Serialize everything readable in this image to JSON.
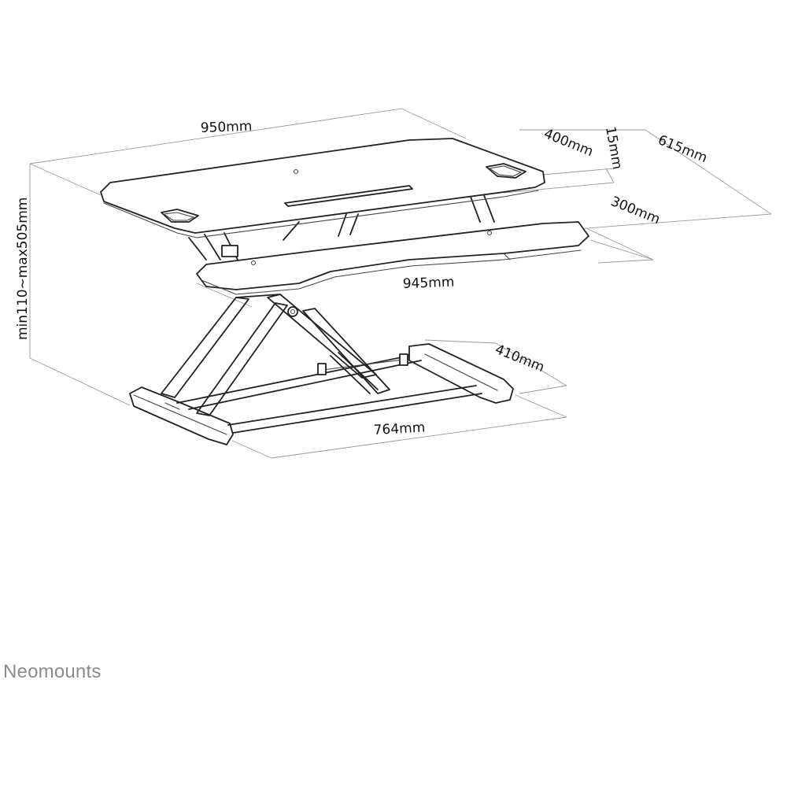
{
  "brand": {
    "name": "Neomounts"
  },
  "dimensions": {
    "top_width": "950mm",
    "top_depth_front": "400mm",
    "thickness": "15mm",
    "total_depth": "615mm",
    "keyboard_depth": "300mm",
    "keyboard_width": "945mm",
    "height_range": "min110~max505mm",
    "base_depth": "410mm",
    "base_width": "764mm"
  },
  "colors": {
    "line": "#222222",
    "guide": "#9a9a9a",
    "brand": "#8c8c8c"
  }
}
